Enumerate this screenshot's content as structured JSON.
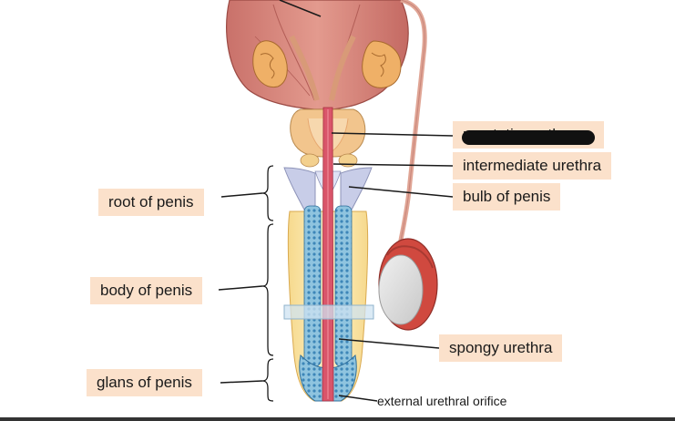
{
  "labels": {
    "root_of_penis": "root of penis",
    "body_of_penis": "body of penis",
    "glans_of_penis": "glans of penis",
    "prostatic_urethra": "prostatic urethra",
    "intermediate_urethra": "intermediate urethra",
    "bulb_of_penis": "bulb of penis",
    "spongy_urethra": "spongy urethra",
    "external_urethral_orifice": "external urethral orifice"
  },
  "colors": {
    "label_background": "#fbe1cb",
    "leader_line": "#1a1a1a",
    "redaction": "#111111"
  }
}
